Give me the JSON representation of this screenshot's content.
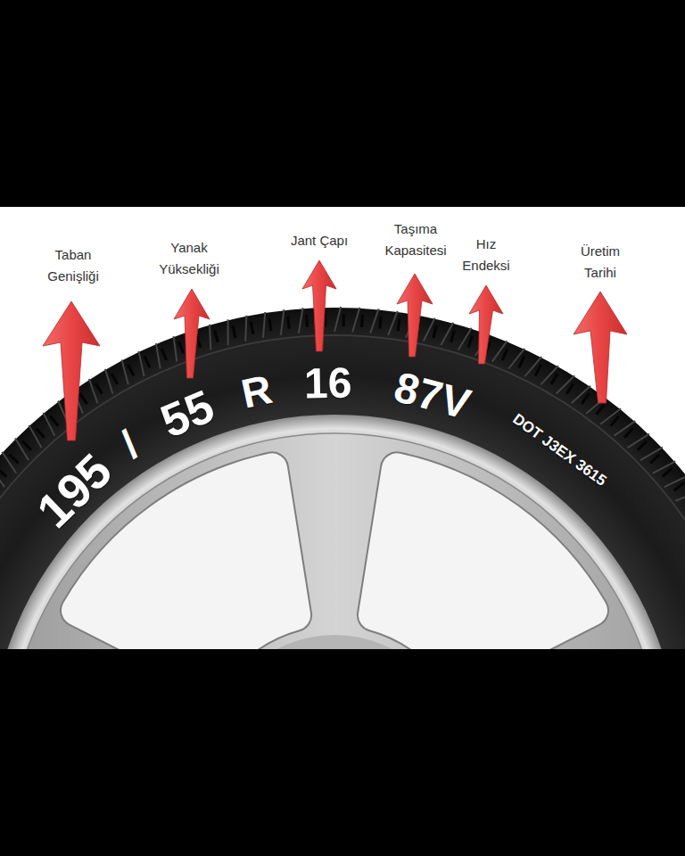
{
  "diagram": {
    "labels": [
      "Taban Genişliği",
      "Yanak Yüksekliği",
      "Jant Çapı",
      "Taşıma Kapasitesi",
      "Hız Endeksi",
      "Üretim Tarihi",
      "195",
      "/",
      "55",
      "R",
      "16",
      "87V",
      "DOT J3EX 3615"
    ]
  }
}
